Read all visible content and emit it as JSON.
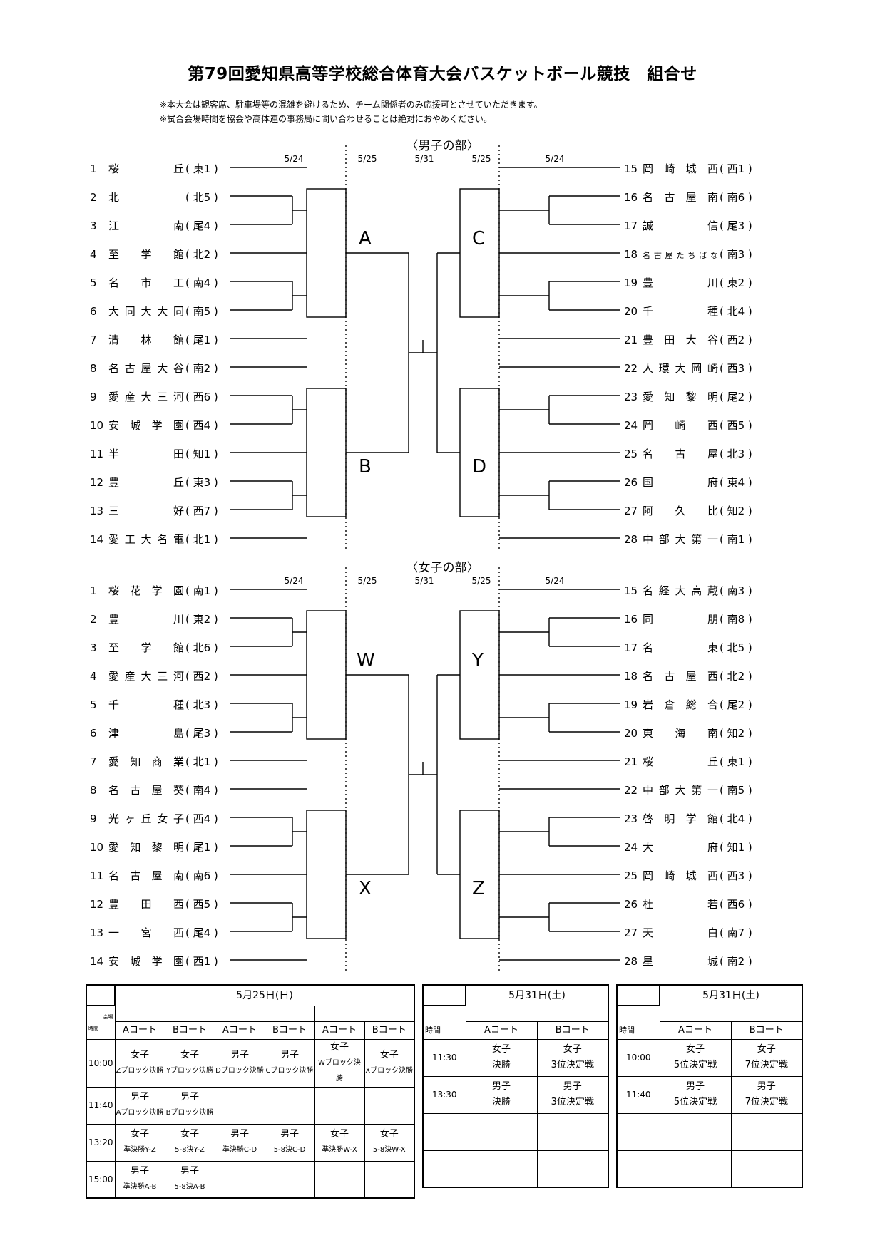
{
  "title": "第79回愛知県高等学校総合体育大会バスケットボール競技　組合せ",
  "notes": [
    "※本大会は観客席、駐車場等の混雑を避けるため、チーム関係者のみ応援可とさせていただきます。",
    "※試合会場時間を協会や高体連の事務局に問い合わせることは絶対におやめください。"
  ],
  "men": {
    "heading": "〈男子の部〉",
    "dates": [
      "5/24",
      "5/25",
      "5/31",
      "5/25",
      "5/24"
    ],
    "blocks": [
      "A",
      "B",
      "C",
      "D"
    ],
    "left": [
      {
        "no": "1",
        "name": "桜丘",
        "region": "( 東1 )"
      },
      {
        "no": "2",
        "name": "北",
        "region": "( 北5 )"
      },
      {
        "no": "3",
        "name": "江南",
        "region": "( 尾4 )"
      },
      {
        "no": "4",
        "name": "至学館",
        "region": "( 北2 )"
      },
      {
        "no": "5",
        "name": "名市工",
        "region": "( 南4 )"
      },
      {
        "no": "6",
        "name": "大同大大同",
        "region": "( 南5 )"
      },
      {
        "no": "7",
        "name": "清林館",
        "region": "( 尾1 )"
      },
      {
        "no": "8",
        "name": "名古屋大谷",
        "region": "( 南2 )"
      },
      {
        "no": "9",
        "name": "愛産大三河",
        "region": "( 西6 )"
      },
      {
        "no": "10",
        "name": "安城学園",
        "region": "( 西4 )"
      },
      {
        "no": "11",
        "name": "半田",
        "region": "( 知1 )"
      },
      {
        "no": "12",
        "name": "豊丘",
        "region": "( 東3 )"
      },
      {
        "no": "13",
        "name": "三好",
        "region": "( 西7 )"
      },
      {
        "no": "14",
        "name": "愛工大名電",
        "region": "( 北1 )"
      }
    ],
    "right": [
      {
        "no": "15",
        "name": "岡崎城西",
        "region": "( 西1 )"
      },
      {
        "no": "16",
        "name": "名古屋南",
        "region": "( 南6 )"
      },
      {
        "no": "17",
        "name": "誠信",
        "region": "( 尾3 )"
      },
      {
        "no": "18",
        "name": "名古屋たちばな",
        "region": "( 南3 )"
      },
      {
        "no": "19",
        "name": "豊川",
        "region": "( 東2 )"
      },
      {
        "no": "20",
        "name": "千種",
        "region": "( 北4 )"
      },
      {
        "no": "21",
        "name": "豊田大谷",
        "region": "( 西2 )"
      },
      {
        "no": "22",
        "name": "人環大岡崎",
        "region": "( 西3 )"
      },
      {
        "no": "23",
        "name": "愛知黎明",
        "region": "( 尾2 )"
      },
      {
        "no": "24",
        "name": "岡崎西",
        "region": "( 西5 )"
      },
      {
        "no": "25",
        "name": "名古屋",
        "region": "( 北3 )"
      },
      {
        "no": "26",
        "name": "国府",
        "region": "( 東4 )"
      },
      {
        "no": "27",
        "name": "阿久比",
        "region": "( 知2 )"
      },
      {
        "no": "28",
        "name": "中部大第一",
        "region": "( 南1 )"
      }
    ]
  },
  "women": {
    "heading": "〈女子の部〉",
    "dates": [
      "5/24",
      "5/25",
      "5/31",
      "5/25",
      "5/24"
    ],
    "blocks": [
      "W",
      "X",
      "Y",
      "Z"
    ],
    "left": [
      {
        "no": "1",
        "name": "桜花学園",
        "region": "( 南1 )"
      },
      {
        "no": "2",
        "name": "豊川",
        "region": "( 東2 )"
      },
      {
        "no": "3",
        "name": "至学館",
        "region": "( 北6 )"
      },
      {
        "no": "4",
        "name": "愛産大三河",
        "region": "( 西2 )"
      },
      {
        "no": "5",
        "name": "千種",
        "region": "( 北3 )"
      },
      {
        "no": "6",
        "name": "津島",
        "region": "( 尾3 )"
      },
      {
        "no": "7",
        "name": "愛知商業",
        "region": "( 北1 )"
      },
      {
        "no": "8",
        "name": "名古屋葵",
        "region": "( 南4 )"
      },
      {
        "no": "9",
        "name": "光ヶ丘女子",
        "region": "( 西4 )"
      },
      {
        "no": "10",
        "name": "愛知黎明",
        "region": "( 尾1 )"
      },
      {
        "no": "11",
        "name": "名古屋南",
        "region": "( 南6 )"
      },
      {
        "no": "12",
        "name": "豊田西",
        "region": "( 西5 )"
      },
      {
        "no": "13",
        "name": "一宮西",
        "region": "( 尾4 )"
      },
      {
        "no": "14",
        "name": "安城学園",
        "region": "( 西1 )"
      }
    ],
    "right": [
      {
        "no": "15",
        "name": "名経大高蔵",
        "region": "( 南3 )"
      },
      {
        "no": "16",
        "name": "同朋",
        "region": "( 南8 )"
      },
      {
        "no": "17",
        "name": "名東",
        "region": "( 北5 )"
      },
      {
        "no": "18",
        "name": "名古屋西",
        "region": "( 北2 )"
      },
      {
        "no": "19",
        "name": "岩倉総合",
        "region": "( 尾2 )"
      },
      {
        "no": "20",
        "name": "東海南",
        "region": "( 知2 )"
      },
      {
        "no": "21",
        "name": "桜丘",
        "region": "( 東1 )"
      },
      {
        "no": "22",
        "name": "中部大第一",
        "region": "( 南5 )"
      },
      {
        "no": "23",
        "name": "啓明学館",
        "region": "( 北4 )"
      },
      {
        "no": "24",
        "name": "大府",
        "region": "( 知1 )"
      },
      {
        "no": "25",
        "name": "岡崎城西",
        "region": "( 西3 )"
      },
      {
        "no": "26",
        "name": "杜若",
        "region": "( 西6 )"
      },
      {
        "no": "27",
        "name": "天白",
        "region": "( 南7 )"
      },
      {
        "no": "28",
        "name": "星城",
        "region": "( 南2 )"
      }
    ]
  },
  "schedule1": {
    "date": "5月25日(日)",
    "corner_top": "会場",
    "corner_bottom": "時間",
    "courts": [
      "Aコート",
      "Bコート",
      "Aコート",
      "Bコート",
      "Aコート",
      "Bコート"
    ],
    "rows": [
      {
        "time": "10:00",
        "cells": [
          [
            "女子",
            "Zブロック決勝"
          ],
          [
            "女子",
            "Yブロック決勝"
          ],
          [
            "男子",
            "Dブロック決勝"
          ],
          [
            "男子",
            "Cブロック決勝"
          ],
          [
            "女子",
            "Wブロック決勝"
          ],
          [
            "女子",
            "Xブロック決勝"
          ]
        ]
      },
      {
        "time": "11:40",
        "cells": [
          [
            "男子",
            "Aブロック決勝"
          ],
          [
            "男子",
            "Bブロック決勝"
          ],
          [
            "",
            ""
          ],
          [
            "",
            ""
          ],
          [
            "",
            ""
          ],
          [
            "",
            ""
          ]
        ]
      },
      {
        "time": "13:20",
        "cells": [
          [
            "女子",
            "準決勝Y-Z"
          ],
          [
            "女子",
            "5-8決Y-Z"
          ],
          [
            "男子",
            "準決勝C-D"
          ],
          [
            "男子",
            "5-8決C-D"
          ],
          [
            "女子",
            "準決勝W-X"
          ],
          [
            "女子",
            "5-8決W-X"
          ]
        ]
      },
      {
        "time": "15:00",
        "cells": [
          [
            "男子",
            "準決勝A-B"
          ],
          [
            "男子",
            "5-8決A-B"
          ],
          [
            "",
            ""
          ],
          [
            "",
            ""
          ],
          [
            "",
            ""
          ],
          [
            "",
            ""
          ]
        ]
      }
    ]
  },
  "schedule2": {
    "date": "5月31日(土)",
    "time_label": "時間",
    "courts": [
      "Aコート",
      "Bコート"
    ],
    "rows": [
      {
        "time": "11:30",
        "cells": [
          [
            "女子",
            "決勝"
          ],
          [
            "女子",
            "3位決定戦"
          ]
        ]
      },
      {
        "time": "13:30",
        "cells": [
          [
            "男子",
            "決勝"
          ],
          [
            "男子",
            "3位決定戦"
          ]
        ]
      }
    ]
  },
  "schedule3": {
    "date": "5月31日(土)",
    "time_label": "時間",
    "courts": [
      "Aコート",
      "Bコート"
    ],
    "rows": [
      {
        "time": "10:00",
        "cells": [
          [
            "女子",
            "5位決定戦"
          ],
          [
            "女子",
            "7位決定戦"
          ]
        ]
      },
      {
        "time": "11:40",
        "cells": [
          [
            "男子",
            "5位決定戦"
          ],
          [
            "男子",
            "7位決定戦"
          ]
        ]
      }
    ]
  }
}
